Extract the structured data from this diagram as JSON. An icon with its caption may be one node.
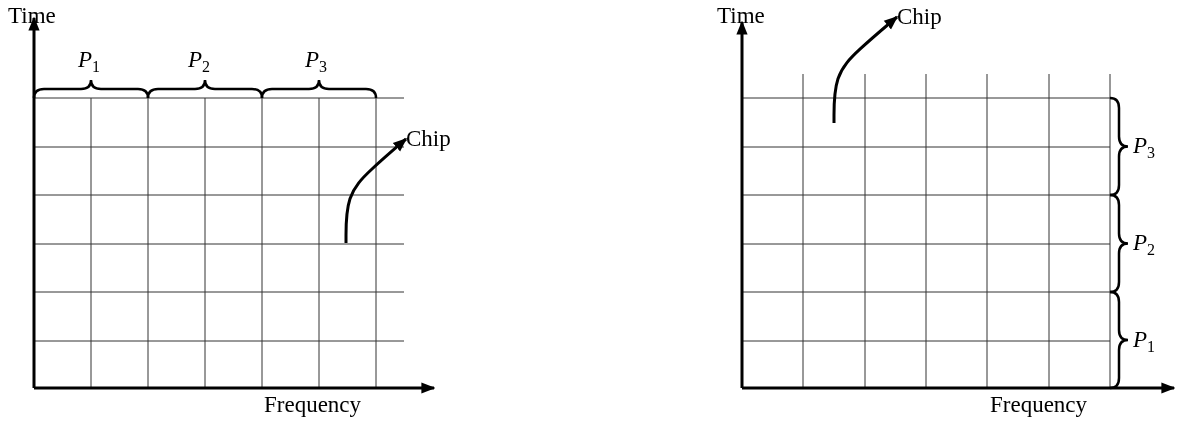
{
  "diagram": {
    "nodes": [
      {
        "text": [
          "Chip"
        ]
      },
      {
        "text": [
          "Chip"
        ]
      }
    ],
    "edges": [
      {
        "from": null,
        "to": 0,
        "arrow": "to"
      },
      {
        "from": null,
        "to": 1,
        "arrow": "to"
      }
    ],
    "labels": [
      "Time",
      "*P*$_{1}$",
      "*P*$_{2}$",
      "*P*$_{3}$",
      "Frequency",
      "Time",
      "*P*$_{3}$",
      "*P*$_{2}$",
      "*P*$_{1}$",
      "Frequency"
    ]
  }
}
